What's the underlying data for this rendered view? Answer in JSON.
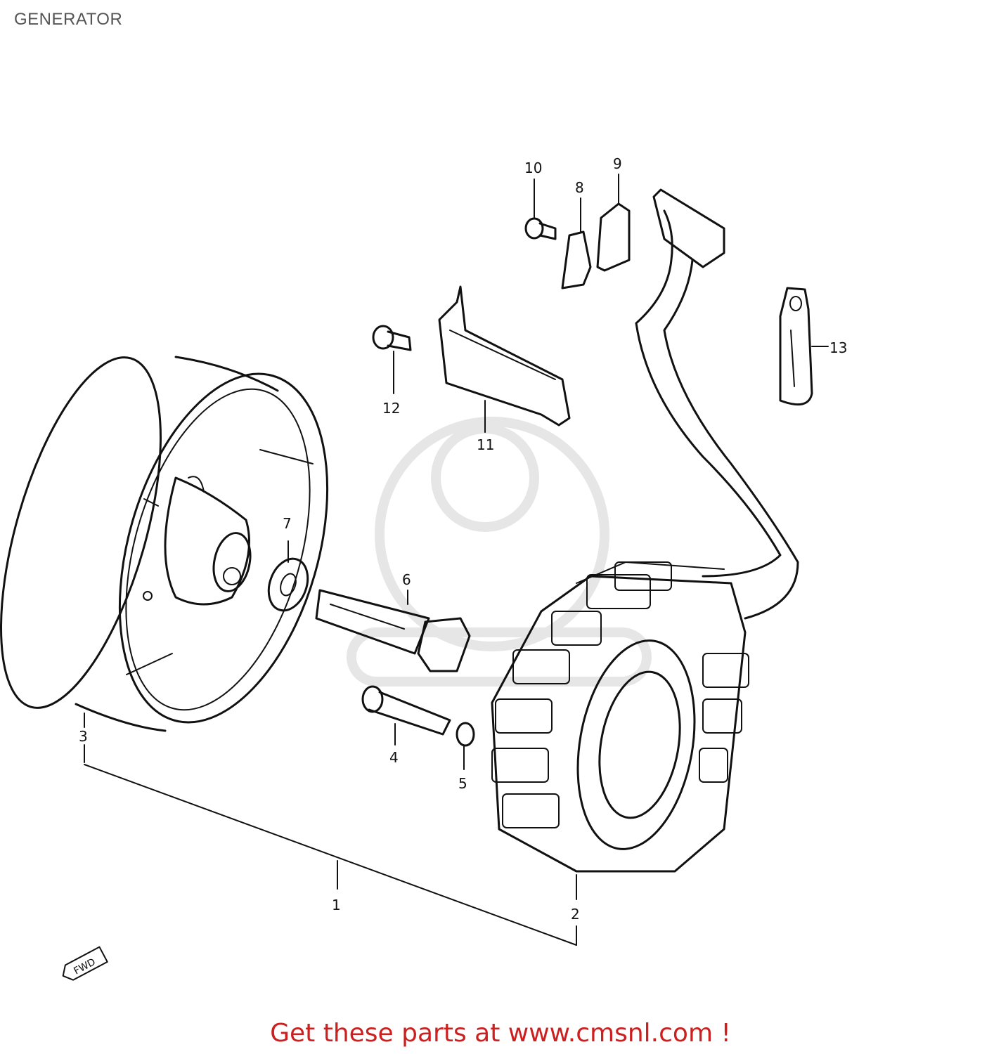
{
  "page": {
    "title": "GENERATOR"
  },
  "callouts": {
    "c1": "1",
    "c2": "2",
    "c3": "3",
    "c4": "4",
    "c5": "5",
    "c6": "6",
    "c7": "7",
    "c8": "8",
    "c9": "9",
    "c10": "10",
    "c11": "11",
    "c12": "12",
    "c13": "13"
  },
  "fwd_mark": "FWD",
  "footer": {
    "link_text": "Get these parts at www.cmsnl.com !"
  },
  "colors": {
    "footer_text": "#cc1f1f",
    "title_text": "#555555",
    "line": "#111111",
    "watermark": "#e6e6e6"
  }
}
